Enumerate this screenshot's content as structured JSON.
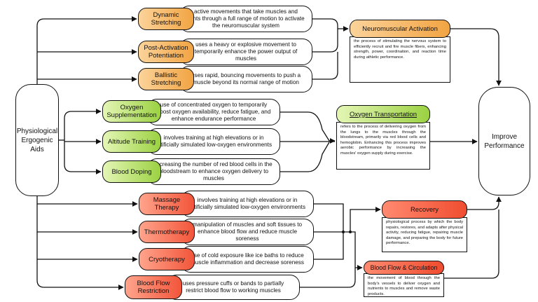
{
  "root": {
    "label": "Physiological\nErgogenic\nAids"
  },
  "outcome": {
    "label": "Improve\nPerformance"
  },
  "methods": [
    {
      "label": "Dynamic\nStretching",
      "color": "#f2a443",
      "desc": "active movements that take muscles and joints through a full range of motion to activate the neuromuscular system"
    },
    {
      "label": "Post-Activation\nPotentiation",
      "color": "#f2a443",
      "desc": "uses a heavy or explosive movement to temporarily enhance the power output of muscles"
    },
    {
      "label": "Ballistic\nStretching",
      "color": "#f2a443",
      "desc": "uses rapid, bouncing movements to push a muscle beyond its normal range of motion"
    },
    {
      "label": "Oxygen\nSupplementation",
      "color": "#9bd142",
      "desc": "use of concentrated oxygen to temporarily boost oxygen availability, reduce fatigue, and enhance endurance performance"
    },
    {
      "label": "Altitude Training",
      "color": "#9bd142",
      "desc": "involves training at high elevations or in artificially simulated low-oxygen environments"
    },
    {
      "label": "Blood Doping",
      "color": "#9bd142",
      "desc": "increasing the number of red blood cells in the bloodstream to enhance oxygen delivery to muscles"
    },
    {
      "label": "Massage Therapy",
      "color": "#f2553a",
      "desc": "involves training at high elevations or in artificially simulated low-oxygen environments"
    },
    {
      "label": "Thermotherapy",
      "color": "#f2553a",
      "desc": "manipulation of muscles and soft tissues to enhance blood flow and reduce muscle soreness"
    },
    {
      "label": "Cryotherapy",
      "color": "#f2553a",
      "desc": "use of cold exposure like ice baths to reduce muscle inflammation and decrease soreness"
    },
    {
      "label": "Blood Flow\nRestriction",
      "color": "#f2553a",
      "desc": "uses pressure cuffs or bands to partially restrict blood flow to working muscles"
    }
  ],
  "mechanisms": [
    {
      "label": "Neuromuscular Activation",
      "color": "#f2a443",
      "desc": "the process of stimulating the nervous system to efficiently recruit and fire muscle fibers, enhancing strength, power, coordination, and reaction time during athletic performance."
    },
    {
      "label": "Oxygen Transportation",
      "color": "#9bd142",
      "desc": "refers to the process of delivering oxygen from the lungs to the muscles through the bloodstream, primarily via red blood cells and hemoglobin. Enhancing this process improves aerobic performance by increasing the muscles' oxygen supply during exercise."
    },
    {
      "label": "Recovery",
      "color": "#f04d30",
      "desc": "physiological process by which the body repairs, restores, and adapts after physical activity, reducing fatigue, repairing muscle damage, and preparing the body for future performance."
    },
    {
      "label": "Blood Flow & Circulation",
      "color": "#f04d30",
      "desc": "the movement of blood through the body's vessels to deliver oxygen and nutrients to muscles and remove waste products."
    }
  ]
}
